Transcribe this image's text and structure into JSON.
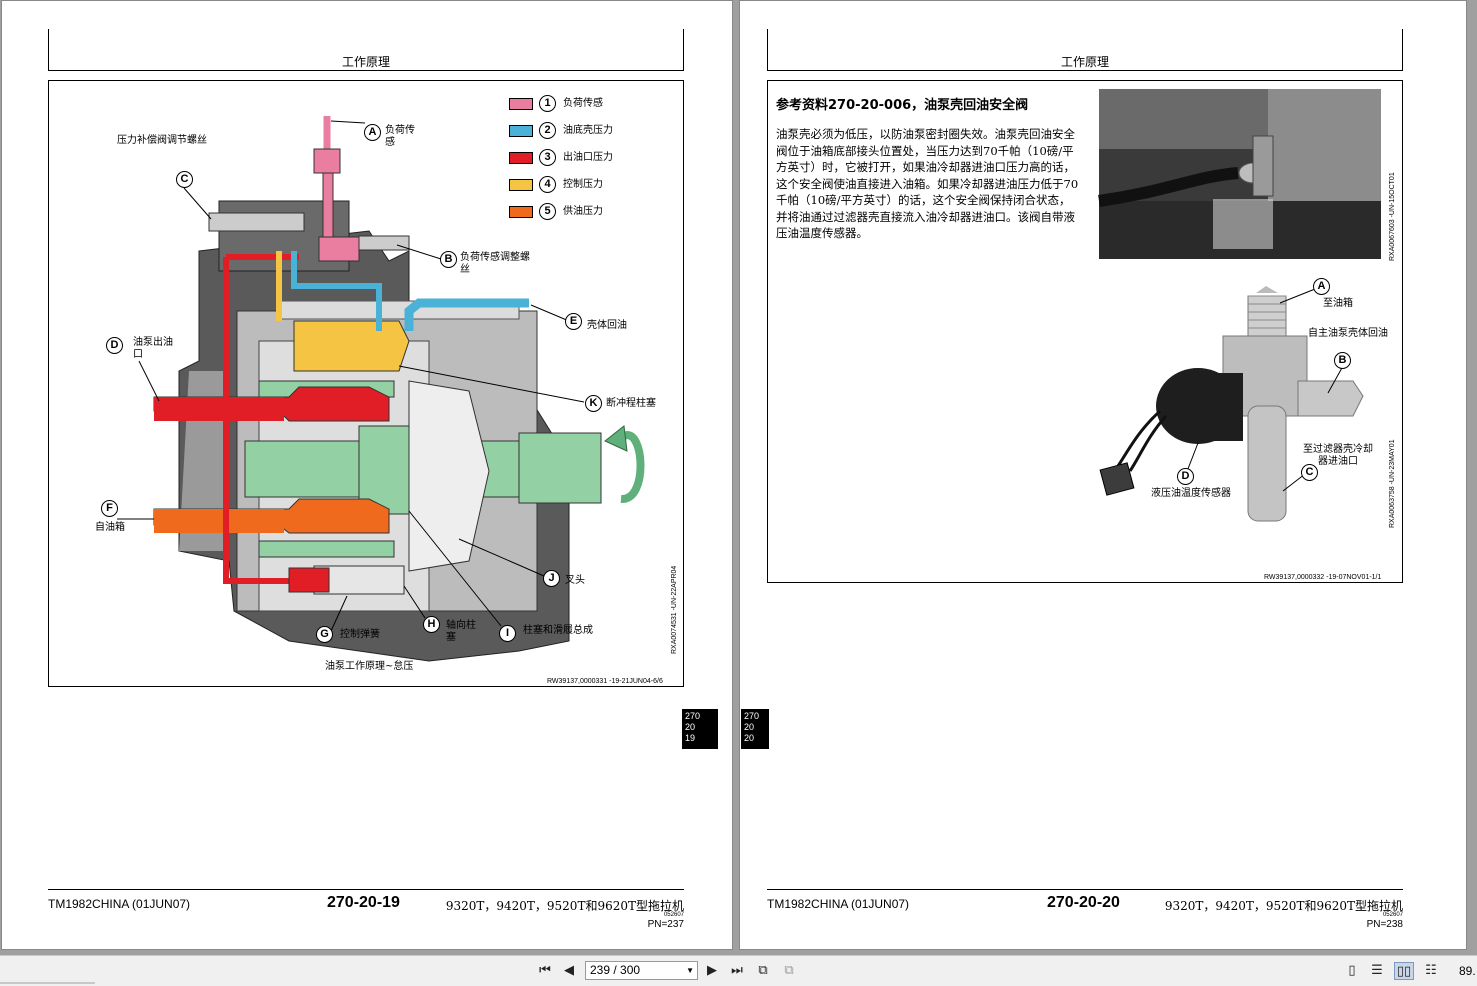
{
  "left_page": {
    "header_title": "工作原理",
    "legend": [
      {
        "num": "1",
        "label": "负荷传感",
        "color": "#e97ea0"
      },
      {
        "num": "2",
        "label": "油底壳压力",
        "color": "#4ab2d6"
      },
      {
        "num": "3",
        "label": "出油口压力",
        "color": "#e11d25"
      },
      {
        "num": "4",
        "label": "控制压力",
        "color": "#f4c442"
      },
      {
        "num": "5",
        "label": "供油压力",
        "color": "#f06a1e"
      }
    ],
    "callouts": {
      "pressure_screw": "压力补偿阀调节螺丝",
      "A_letter": "A",
      "A_label": "负荷传感",
      "B_letter": "B",
      "B_label": "负荷传感调整螺丝",
      "C_letter": "C",
      "D_letter": "D",
      "D_label": "油泵出油口",
      "E_letter": "E",
      "E_label": "壳体回油",
      "F_letter": "F",
      "F_label": "自油箱",
      "G_letter": "G",
      "G_label": "控制弹簧",
      "H_letter": "H",
      "H_label": "轴向柱塞",
      "I_letter": "I",
      "I_label": "柱塞和滑履总成",
      "J_letter": "J",
      "J_label": "叉头",
      "K_letter": "K",
      "K_label": "断冲程柱塞"
    },
    "figure_caption": "油泵工作原理~怠压",
    "vertical_ref": "RXA0074531 -UN-22APR04",
    "ref_code": "RW39137,0000331 -19-21JUN04-6/6",
    "tab": [
      "270",
      "20",
      "19"
    ],
    "footer": {
      "left": "TM1982CHINA (01JUN07)",
      "center": "270-20-19",
      "right": "9320T，9420T，9520T和9620T型拖拉机",
      "small": "052607",
      "pn": "PN=237"
    }
  },
  "right_page": {
    "header_title": "工作原理",
    "section_title": "参考资料270-20-006，油泵壳回油安全阀",
    "body": "油泵壳必须为低压，以防油泵密封圈失效。油泵壳回油安全阀位于油箱底部接头位置处，当压力达到70千帕（10磅/平方英寸）时，它被打开，如果油冷却器进油口压力高的话，这个安全阀使油直接进入油箱。如果冷却器进油压力低于70千帕（10磅/平方英寸）的话，这个安全阀保持闭合状态，并将油通过过滤器壳直接流入油冷却器进油口。该阀自带液压油温度传感器。",
    "photo_ref": "RXA0067603 -UN-15OCT01",
    "diagram_ref": "RXA0063758 -UN-23MAY01",
    "callouts": {
      "A_letter": "A",
      "A_label": "至油箱",
      "self_label": "自主油泵壳体回油",
      "B_letter": "B",
      "filter_label": "至过滤器壳冷却器进油口",
      "C_letter": "C",
      "D_letter": "D",
      "D_label": "液压油温度传感器"
    },
    "ref_code": "RW39137,0000332 -19-07NOV01-1/1",
    "tab": [
      "270",
      "20",
      "20"
    ],
    "footer": {
      "left": "TM1982CHINA (01JUN07)",
      "center": "270-20-20",
      "right": "9320T，9420T，9520T和9620T型拖拉机",
      "small": "052607",
      "pn": "PN=238"
    }
  },
  "toolbar": {
    "page_indicator": "239 / 300",
    "zoom": "89.",
    "first_icon": "first-page-icon",
    "prev_icon": "prev-page-icon",
    "next_icon": "next-page-icon",
    "last_icon": "last-page-icon"
  }
}
